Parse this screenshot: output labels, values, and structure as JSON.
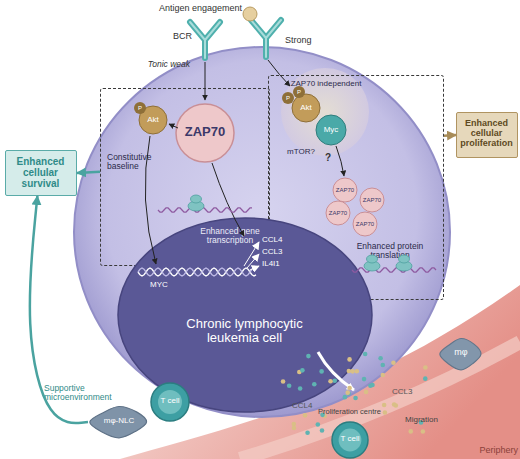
{
  "diagram": {
    "nodes": [
      {
        "text": [
          "Constitutive baseline"
        ]
      },
      {
        "text": [
          "ZAP70 independent",
          "mTOR?",
          "Enhanced protein translation"
        ]
      },
      {
        "text": [
          "Enhanced cellular survival"
        ]
      },
      {
        "text": [
          "Enhanced cellular proliferation"
        ]
      },
      {
        "text": [
          "Enhanced gene transcription",
          "Chronic lymphocytic leukemia cell"
        ]
      },
      {
        "text": [
          "ZAP70"
        ]
      },
      {
        "text": [
          "T cell"
        ]
      },
      {
        "text": [
          "mφ-NLC"
        ]
      },
      {
        "text": [
          "T cell"
        ]
      },
      {
        "text": [
          "mφ"
        ]
      }
    ],
    "edges": [
      {
        "from": 0,
        "to": 2,
        "arrow": "to"
      },
      {
        "from": 1,
        "to": 3,
        "arrow": "to"
      },
      {
        "from": 7,
        "to": 2,
        "label": "Supportive microenvironment",
        "arrow": "to"
      }
    ],
    "labels": [
      "Antigen engagement",
      "BCR",
      "Strong",
      "Tonic weak",
      "P",
      "Akt",
      "P",
      "P",
      "Akt",
      "Myc",
      "?",
      "ZAP70",
      "ZAP70",
      "ZAP70",
      "ZAP70",
      "CCL4",
      "CCL3",
      "IL4I1",
      "MYC",
      "CCL3",
      "CCL4",
      "Proliferation centre",
      "Migration",
      "Periphery"
    ]
  }
}
